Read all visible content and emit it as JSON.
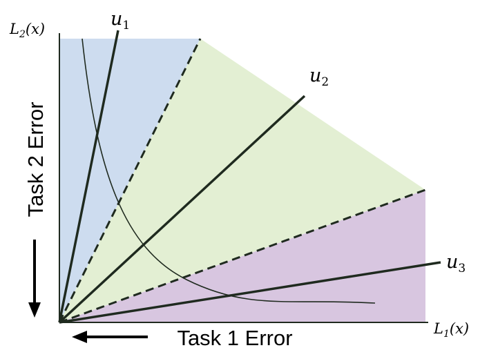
{
  "axes": {
    "y_label_main": "L",
    "y_label_sub": "2",
    "y_label_arg": "(x)",
    "x_label_main": "L",
    "x_label_sub": "1",
    "x_label_arg": "(x)"
  },
  "direction_labels": {
    "task2": "Task 2 Error",
    "task1": "Task 1 Error"
  },
  "preference_vectors": [
    {
      "main": "u",
      "sub": "1"
    },
    {
      "main": "u",
      "sub": "2"
    },
    {
      "main": "u",
      "sub": "3"
    }
  ],
  "colors": {
    "region_u1": "#cddcef",
    "region_u2": "#e3efd3",
    "region_u3": "#d8c6e0",
    "lines": "#1f2a1f",
    "text": "#000000"
  }
}
